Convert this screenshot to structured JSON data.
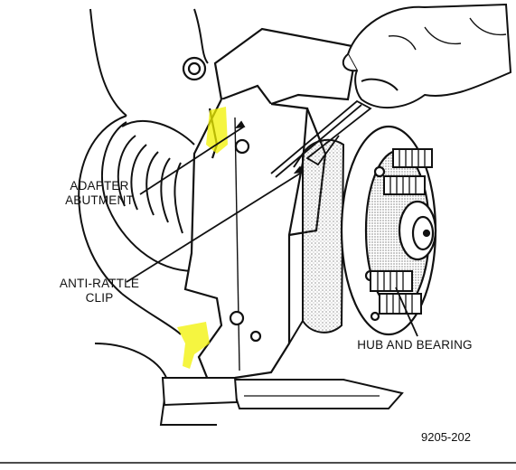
{
  "labels": {
    "adapter_abutment": [
      "ADAPTER",
      "ABUTMENT"
    ],
    "anti_rattle_clip": [
      "ANTI-RATTLE",
      "CLIP"
    ],
    "hub_and_bearing": "HUB AND BEARING"
  },
  "figure_number": "9205-202",
  "highlight_color": "#f2f200"
}
